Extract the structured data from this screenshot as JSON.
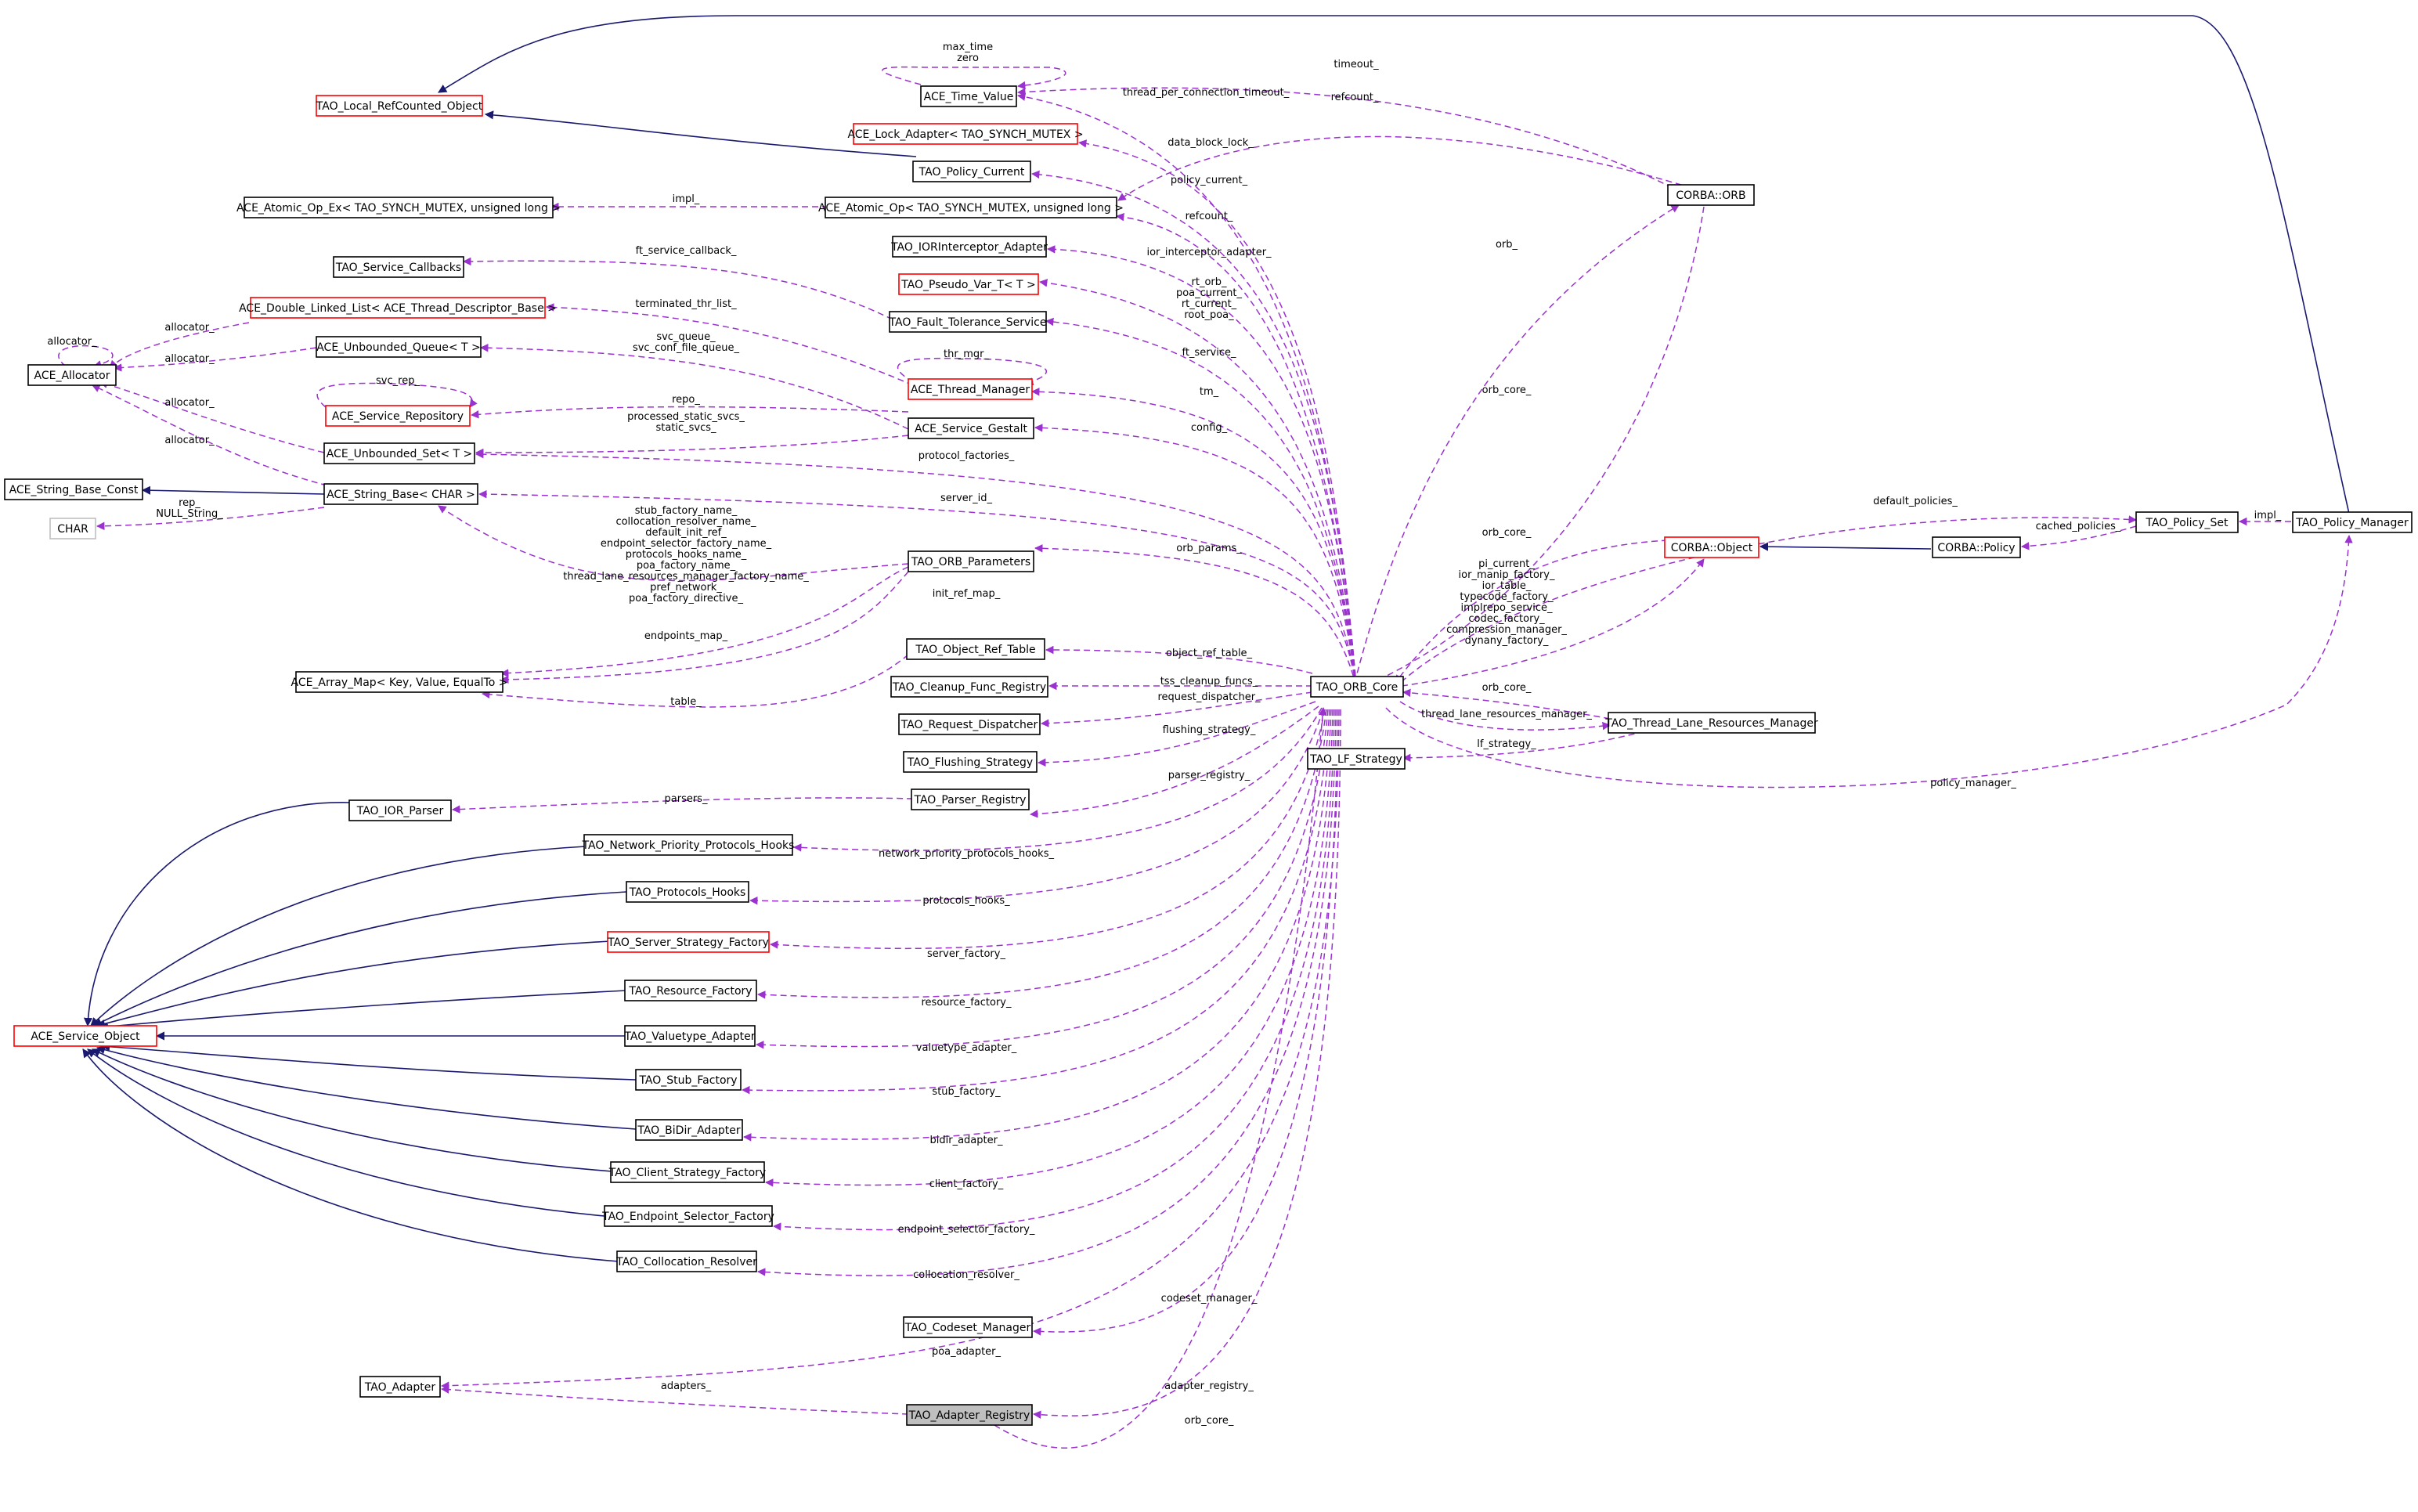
{
  "nodes": {
    "tao_local_refcounted": "TAO_Local_RefCounted_Object",
    "ace_time_value": "ACE_Time_Value",
    "ace_lock_adapter": "ACE_Lock_Adapter< TAO_SYNCH_MUTEX >",
    "tao_policy_current": "TAO_Policy_Current",
    "ace_atomic_op_ex": "ACE_Atomic_Op_Ex< TAO_SYNCH_MUTEX, unsigned long >",
    "ace_atomic_op": "ACE_Atomic_Op< TAO_SYNCH_MUTEX, unsigned long >",
    "tao_iorinterceptor": "TAO_IORInterceptor_Adapter",
    "tao_service_callbacks": "TAO_Service_Callbacks",
    "tao_pseudo_var": "TAO_Pseudo_Var_T< T >",
    "ace_double_linked_list": "ACE_Double_Linked_List< ACE_Thread_Descriptor_Base >",
    "tao_fault_tolerance": "TAO_Fault_Tolerance_Service",
    "ace_allocator": "ACE_Allocator",
    "ace_unbounded_queue": "ACE_Unbounded_Queue< T >",
    "ace_thread_manager": "ACE_Thread_Manager",
    "ace_service_repository": "ACE_Service_Repository",
    "ace_service_gestalt": "ACE_Service_Gestalt",
    "ace_unbounded_set": "ACE_Unbounded_Set< T >",
    "ace_string_base_const": "ACE_String_Base_Const",
    "ace_string_base": "ACE_String_Base< CHAR >",
    "char": "CHAR",
    "tao_orb_parameters": "TAO_ORB_Parameters",
    "ace_array_map": "ACE_Array_Map< Key, Value, EqualTo >",
    "tao_object_ref_table": "TAO_Object_Ref_Table",
    "tao_cleanup_func_registry": "TAO_Cleanup_Func_Registry",
    "tao_request_dispatcher": "TAO_Request_Dispatcher",
    "tao_flushing_strategy": "TAO_Flushing_Strategy",
    "tao_ior_parser": "TAO_IOR_Parser",
    "tao_parser_registry": "TAO_Parser_Registry",
    "tao_network_priority": "TAO_Network_Priority_Protocols_Hooks",
    "tao_protocols_hooks": "TAO_Protocols_Hooks",
    "tao_server_strategy_factory": "TAO_Server_Strategy_Factory",
    "tao_resource_factory": "TAO_Resource_Factory",
    "ace_service_object": "ACE_Service_Object",
    "tao_valuetype_adapter": "TAO_Valuetype_Adapter",
    "tao_stub_factory": "TAO_Stub_Factory",
    "tao_bidir_adapter": "TAO_BiDir_Adapter",
    "tao_client_strategy_factory": "TAO_Client_Strategy_Factory",
    "tao_endpoint_selector_factory": "TAO_Endpoint_Selector_Factory",
    "tao_collocation_resolver": "TAO_Collocation_Resolver",
    "tao_codeset_manager": "TAO_Codeset_Manager",
    "tao_adapter": "TAO_Adapter",
    "tao_adapter_registry": "TAO_Adapter_Registry",
    "corba_orb": "CORBA::ORB",
    "tao_orb_core": "TAO_ORB_Core",
    "corba_object": "CORBA::Object",
    "corba_policy": "CORBA::Policy",
    "tao_policy_set": "TAO_Policy_Set",
    "tao_policy_manager": "TAO_Policy_Manager",
    "tao_thread_lane_resources_manager": "TAO_Thread_Lane_Resources_Manager",
    "tao_lf_strategy": "TAO_LF_Strategy"
  },
  "edge_labels": {
    "max_time_zero": [
      "max_time",
      "zero"
    ],
    "timeout": [
      "timeout_"
    ],
    "thread_per_connection_timeout": [
      "thread_per_connection_timeout_"
    ],
    "refcount_orb": [
      "refcount_"
    ],
    "data_block_lock": [
      "data_block_lock_"
    ],
    "policy_current": [
      "policy_current_"
    ],
    "impl_atomic": [
      "impl_"
    ],
    "refcount_core": [
      "refcount_"
    ],
    "ior_interceptor_adapter": [
      "ior_interceptor_adapter_"
    ],
    "ft_service_callback": [
      "ft_service_callback_"
    ],
    "pseudo_vars": [
      "rt_orb_",
      "poa_current_",
      "rt_current_",
      "root_poa_"
    ],
    "terminated_thr_list": [
      "terminated_thr_list_"
    ],
    "allocator_a": [
      "allocator_"
    ],
    "allocator_b": [
      "allocator_"
    ],
    "allocator_c": [
      "allocator_"
    ],
    "allocator_d": [
      "allocator_"
    ],
    "allocator_e": [
      "allocator_"
    ],
    "ft_service": [
      "ft_service_"
    ],
    "svc_queue": [
      "svc_queue_",
      "svc_conf_file_queue_"
    ],
    "thr_mgr": [
      "thr_mgr_"
    ],
    "tm": [
      "tm_"
    ],
    "svc_rep": [
      "svc_rep_"
    ],
    "repo": [
      "repo_"
    ],
    "processed_static_svcs": [
      "processed_static_svcs_",
      "static_svcs_"
    ],
    "config": [
      "config_"
    ],
    "protocol_factories": [
      "protocol_factories_"
    ],
    "rep_null": [
      "rep_",
      "NULL_String_"
    ],
    "server_id": [
      "server_id_"
    ],
    "orb_params_strings": [
      "stub_factory_name_",
      "collocation_resolver_name_",
      "default_init_ref_",
      "endpoint_selector_factory_name_",
      "protocols_hooks_name_",
      "poa_factory_name_",
      "thread_lane_resources_manager_factory_name_",
      "pref_network_",
      "poa_factory_directive_"
    ],
    "orb_params": [
      "orb_params_"
    ],
    "init_ref_map": [
      "init_ref_map_"
    ],
    "endpoints_map": [
      "endpoints_map_"
    ],
    "object_ref_table": [
      "object_ref_table_"
    ],
    "tss_cleanup_funcs": [
      "tss_cleanup_funcs_"
    ],
    "table": [
      "table_"
    ],
    "request_dispatcher": [
      "request_dispatcher_"
    ],
    "flushing_strategy": [
      "flushing_strategy_"
    ],
    "parser_registry": [
      "parser_registry_"
    ],
    "parsers": [
      "parsers_"
    ],
    "network_priority_protocols_hooks": [
      "network_priority_protocols_hooks_"
    ],
    "protocols_hooks": [
      "protocols_hooks_"
    ],
    "server_factory": [
      "server_factory_"
    ],
    "resource_factory": [
      "resource_factory_"
    ],
    "valuetype_adapter": [
      "valuetype_adapter_"
    ],
    "stub_factory": [
      "stub_factory_"
    ],
    "bidir_adapter": [
      "bidir_adapter_"
    ],
    "client_factory": [
      "client_factory_"
    ],
    "endpoint_selector_factory": [
      "endpoint_selector_factory_"
    ],
    "collocation_resolver": [
      "collocation_resolver_"
    ],
    "codeset_manager": [
      "codeset_manager_"
    ],
    "poa_adapter": [
      "poa_adapter_"
    ],
    "adapters": [
      "adapters_"
    ],
    "adapter_registry": [
      "adapter_registry_"
    ],
    "orb_core_bottom": [
      "orb_core_"
    ],
    "orb": [
      "orb_"
    ],
    "orb_core_orb": [
      "orb_core_"
    ],
    "default_policies": [
      "default_policies_"
    ],
    "impl_policy": [
      "impl_"
    ],
    "cached_policies": [
      "cached_policies_"
    ],
    "orb_core_object": [
      "orb_core_"
    ],
    "object_members": [
      "pi_current_",
      "ior_manip_factory_",
      "ior_table_",
      "typecode_factory_",
      "implrepo_service_",
      "codec_factory_",
      "compression_manager_",
      "dynany_factory_"
    ],
    "orb_core_tlrm": [
      "orb_core_"
    ],
    "thread_lane_resources_manager": [
      "thread_lane_resources_manager_"
    ],
    "lf_strategy": [
      "lf_strategy_"
    ],
    "policy_manager": [
      "policy_manager_"
    ]
  },
  "colors": {
    "inheritance_edge": "#191970",
    "usage_edge": "#9a32cd",
    "template_border": "#ff0000",
    "focus_fill": "#bfbfbf"
  }
}
